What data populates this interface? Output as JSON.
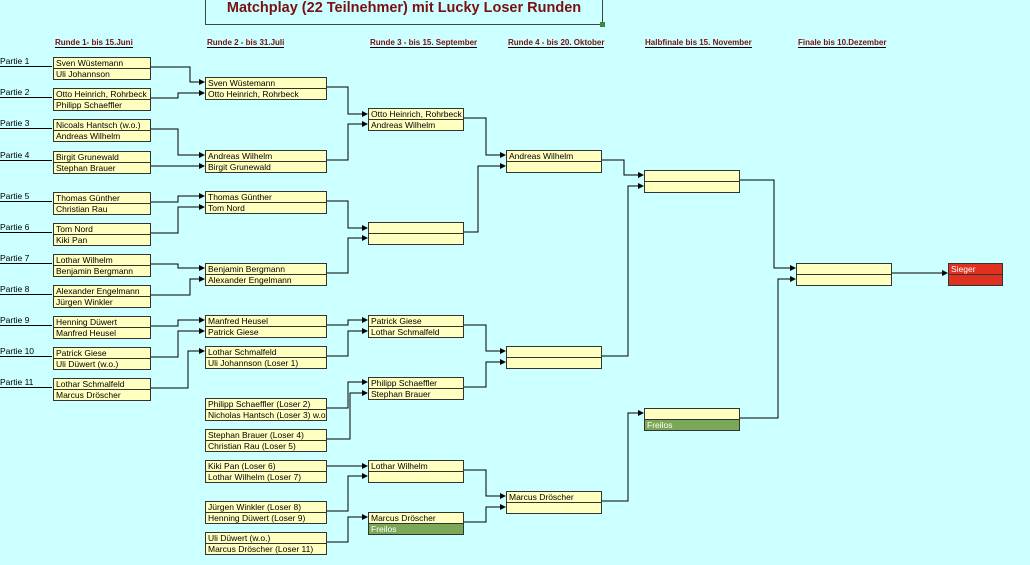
{
  "title": "Matchplay (22 Teilnehmer)  mit Lucky Loser Runden",
  "round_headers": [
    "Runde 1- bis 15.Juni",
    "Runde 2 - bis 31.Juli",
    "Runde 3 - bis 15. September",
    "Runde 4 - bis 20. Oktober",
    "Halbfinale bis 15. November",
    "Finale bis 10.Dezember"
  ],
  "partie_labels": [
    "Partie 1",
    "Partie 2",
    "Partie 3",
    "Partie 4",
    "Partie 5",
    "Partie 6",
    "Partie 7",
    "Partie 8",
    "Partie 9",
    "Partie 10",
    "Partie 11"
  ],
  "round1": [
    [
      "Sven Wüstemann",
      "Uli Johannson"
    ],
    [
      "Otto Heinrich, Rohrbeck",
      "Philipp Schaeffler"
    ],
    [
      "Nicoals Hantsch (w.o.)",
      "Andreas Wilhelm"
    ],
    [
      "Birgit Grunewald",
      "Stephan Brauer"
    ],
    [
      "Thomas Günther",
      "Christian Rau"
    ],
    [
      "Tom Nord",
      "Kiki Pan"
    ],
    [
      "Lothar Wilhelm",
      "Benjamin Bergmann"
    ],
    [
      "Alexander Engelmann",
      "Jürgen Winkler"
    ],
    [
      "Henning Düwert",
      "Manfred Heusel"
    ],
    [
      "Patrick Giese",
      "Uli Düwert (w.o.)"
    ],
    [
      "Lothar Schmalfeld",
      "Marcus Dröscher"
    ]
  ],
  "round2": [
    [
      "Sven Wüstemann",
      "Otto Heinrich, Rohrbeck"
    ],
    [
      "Andreas Wilhelm",
      "Birgit Grunewald"
    ],
    [
      "Thomas Günther",
      "Tom Nord"
    ],
    [
      "Benjamin Bergmann",
      "Alexander Engelmann"
    ],
    [
      "Manfred Heusel",
      "Patrick Giese"
    ],
    [
      "Lothar Schmalfeld",
      "Uli Johannson (Loser 1)"
    ],
    [
      "Philipp Schaeffler (Loser 2)",
      "Nicholas Hantsch (Loser 3) w.o."
    ],
    [
      "Stephan Brauer (Loser 4)",
      "Christian Rau (Loser 5)"
    ],
    [
      "Kiki Pan (Loser 6)",
      "Lothar Wilhelm (Loser 7)"
    ],
    [
      "Jürgen Winkler (Loser 8)",
      "Henning Düwert (Loser 9)"
    ],
    [
      "Uli Düwert (w.o.)",
      "Marcus Dröscher (Loser 11)"
    ]
  ],
  "round3": [
    [
      "Otto Heinrich, Rohrbeck",
      "Andreas Wilhelm"
    ],
    [
      "",
      ""
    ],
    [
      "Patrick Giese",
      "Lothar Schmalfeld"
    ],
    [
      "Philipp Schaeffler",
      "Stephan Brauer"
    ],
    [
      "Lothar Wilhelm",
      ""
    ],
    [
      "Marcus Dröscher",
      "Freilos"
    ]
  ],
  "round4": [
    [
      "Andreas Wilhelm",
      ""
    ],
    [
      "",
      ""
    ],
    [
      "Marcus Dröscher",
      ""
    ]
  ],
  "semifinal": [
    [
      "",
      ""
    ],
    [
      "",
      "Freilos"
    ]
  ],
  "final": [
    [
      "",
      ""
    ]
  ],
  "winner": [
    "Sieger",
    ""
  ]
}
